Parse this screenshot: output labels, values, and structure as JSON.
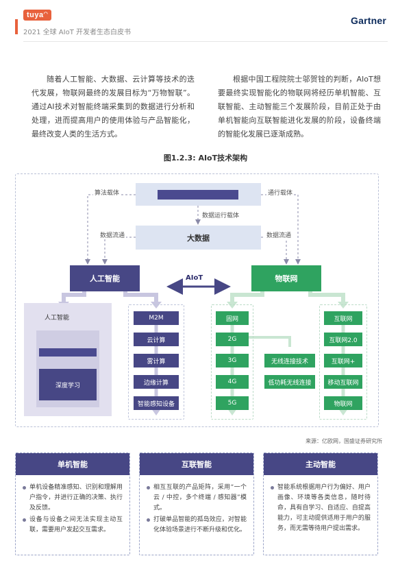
{
  "header": {
    "logo": "tuya",
    "report_title": "2021 全球 AIoT 开发者生态白皮书",
    "partner": "Gartner"
  },
  "paragraphs": {
    "left": "随着人工智能、大数据、云计算等技术的迭代发展，物联网最终的发展目标为“万物智联”。通过AI技术对智能终端采集到的数据进行分析和处理，进而提高用户的使用体验与产品智能化，最终改变人类的生活方式。",
    "right": "根据中国工程院院士邬贺铨的判断，AIoT想要最终实现智能化的物联网将经历单机智能、互联智能、主动智能三个发展阶段，目前正处于由单机智能向互联智能进化发展的阶段，设备终端的智能化发展已逐渐成熟。"
  },
  "figure": {
    "title": "图1.2.3: AIoT技术架构",
    "labels": {
      "algo": "算法载体",
      "comm": "通行载体",
      "data_run": "数据运行载体",
      "flow_left": "数据流通",
      "flow_right": "数据流通",
      "aiot": "AIoT"
    },
    "big_data": "大数据",
    "ai": "人工智能",
    "iot": "物联网",
    "ai_panel": {
      "title": "人工智能",
      "deep": "深度学习"
    },
    "tech_items": [
      "M2M",
      "云计算",
      "雾计算",
      "边缘计算",
      "智能感知设备"
    ],
    "net_items": [
      "固网",
      "2G",
      "3G",
      "4G",
      "5G"
    ],
    "wireless_items": [
      "无线连接技术",
      "低功耗无线连接"
    ],
    "internet_items": [
      "互联网",
      "互联网2.0",
      "互联网+",
      "移动互联网",
      "物联网"
    ],
    "source": "来源：亿欧网，国盛证券研究所"
  },
  "cards": [
    {
      "title": "单机智能",
      "items": [
        "单机设备精准感知、识别和理解用户指令，并进行正确的决策、执行及反馈。",
        "设备与设备之间无法实现主动互联，需要用户发起交互需求。"
      ]
    },
    {
      "title": "互联智能",
      "items": [
        "相互互联的产品矩阵，采用“一个云 / 中控，多个终端 / 感知器”模式。",
        "打破单品智能的孤岛效应，对智能化体验场景进行不断升级和优化。"
      ]
    },
    {
      "title": "主动智能",
      "items": [
        "智能系统根据用户行为偏好、用户画像、环境等各类信息，随时待命，具有自学习、自适应、自提高能力，可主动提供适用于用户的服务，而无需等待用户提出需求。"
      ]
    }
  ]
}
